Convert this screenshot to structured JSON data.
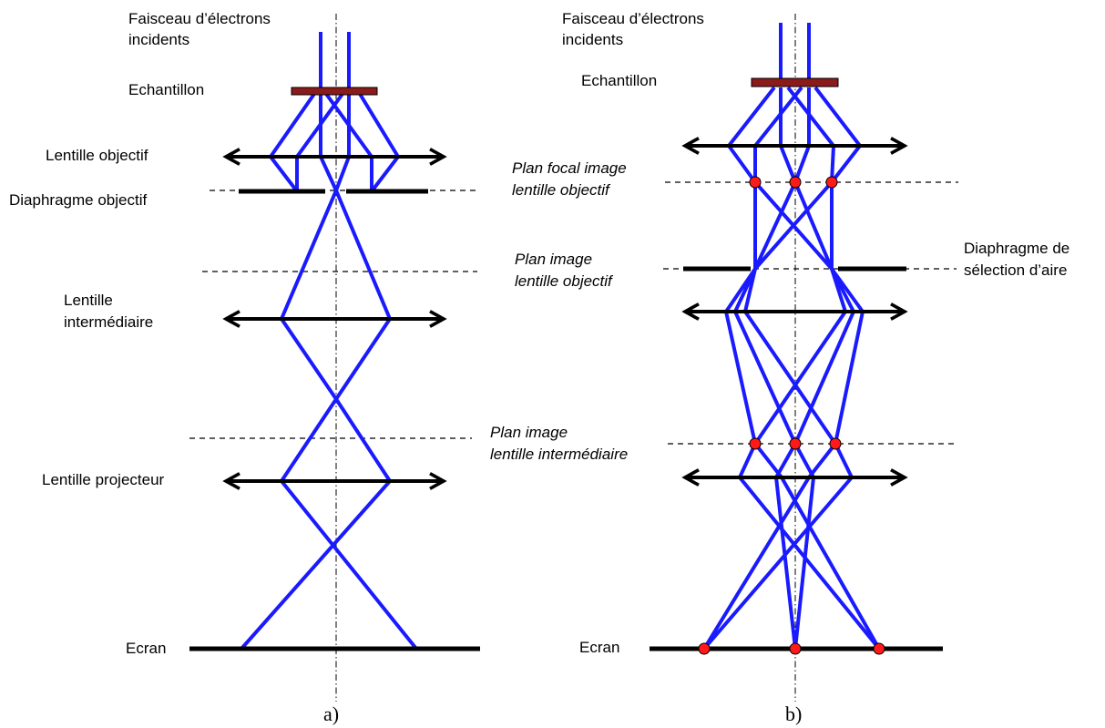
{
  "colors": {
    "ray": "#1a1aff",
    "lens": "#000000",
    "sample": "#8b1a1a",
    "dot": "#ff1a1a"
  },
  "panel_a": {
    "caption": "a)",
    "labels": {
      "beam_line1": "Faisceau d’électrons",
      "beam_line2": "incidents",
      "sample": "Echantillon",
      "objective_lens": "Lentille objectif",
      "objective_aperture": "Diaphragme objectif",
      "intermediate_line1": "Lentille",
      "intermediate_line2": "intermédiaire",
      "projector_lens": "Lentille projecteur",
      "screen": "Ecran"
    }
  },
  "panel_b": {
    "caption": "b)",
    "labels": {
      "beam_line1": "Faisceau d’électrons",
      "beam_line2": "incidents",
      "sample": "Echantillon",
      "focal_plane_line1": "Plan focal image",
      "focal_plane_line2": "lentille objectif",
      "image_plane_obj_line1": "Plan image",
      "image_plane_obj_line2": "lentille objectif",
      "sad_line1": "Diaphragme de",
      "sad_line2": "sélection d’aire",
      "image_plane_int_line1": "Plan image",
      "image_plane_int_line2": "lentille intermédiaire",
      "screen": "Ecran"
    }
  }
}
